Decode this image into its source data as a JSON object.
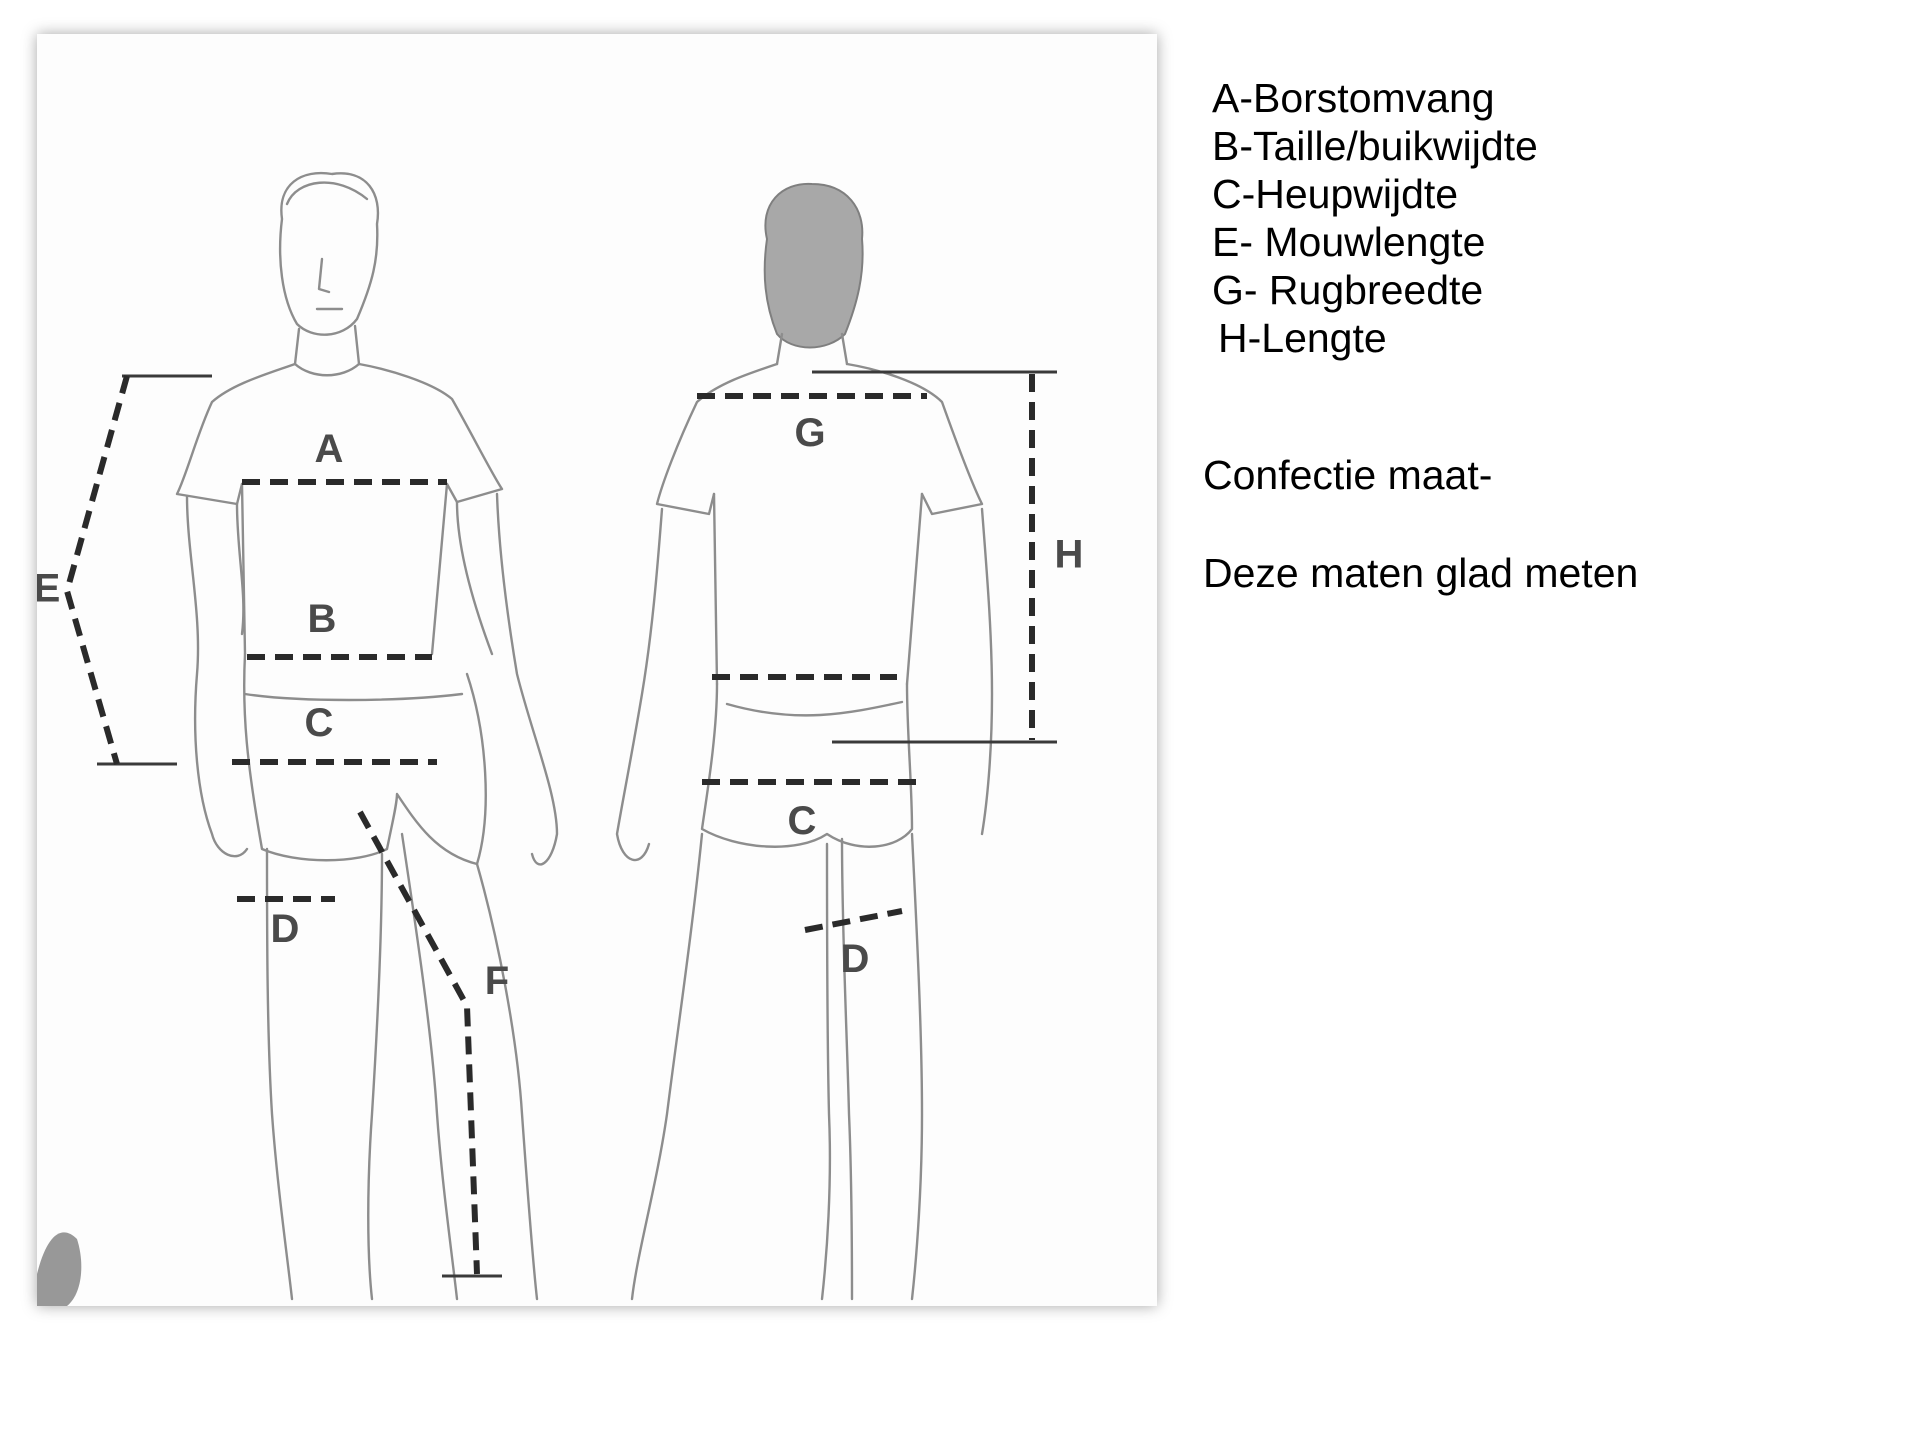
{
  "diagram": {
    "front_labels": [
      "A",
      "B",
      "C",
      "D",
      "E",
      "F"
    ],
    "back_labels": [
      "G",
      "H",
      "C",
      "D"
    ]
  },
  "legend": [
    "A-Borstomvang",
    "B-Taille/buikwijdte",
    "C-Heupwijdte",
    "E- Mouwlengte",
    "G- Rugbreedte",
    "H-Lengte"
  ],
  "notes": {
    "size": "Confectie maat-",
    "instruction": "Deze maten glad meten"
  },
  "colors": {
    "measure_line": "#2a2a2a",
    "body_outline": "#8d8d8d"
  }
}
